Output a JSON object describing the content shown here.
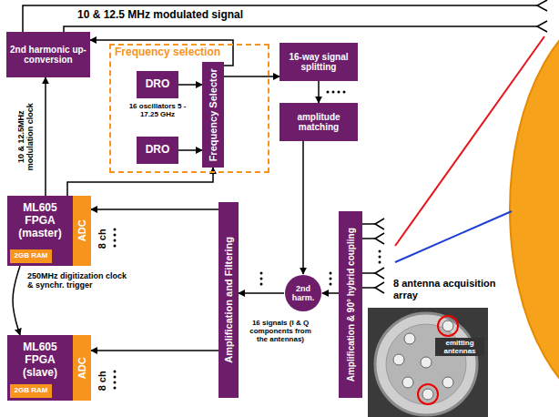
{
  "diagram": {
    "nodes": [
      {
        "text": [
          "2nd harmonic up-conversion"
        ]
      },
      {
        "text": [
          "Frequency selection"
        ]
      },
      {
        "text": [
          "DRO"
        ],
        "in": 1
      },
      {
        "text": [
          "DRO"
        ],
        "in": 1
      },
      {
        "text": [
          "Frequency Selector"
        ],
        "in": 1
      },
      {
        "text": [
          "16-way signal splitting"
        ]
      },
      {
        "text": [
          "amplitude matching"
        ]
      },
      {
        "text": [
          "ML605 FPGA (master)"
        ]
      },
      {
        "text": [
          "2GB RAM"
        ],
        "in": 7
      },
      {
        "text": [
          "ADC"
        ]
      },
      {
        "text": [
          "Amplification and Filtering"
        ]
      },
      {
        "text": [
          "2nd harm."
        ]
      },
      {
        "text": [
          "Amplification & 90° hybrid coupling"
        ]
      },
      {
        "text": [
          "ML605 FPGA (slave)"
        ]
      },
      {
        "text": [
          "2GB RAM"
        ],
        "in": 13
      },
      {
        "text": [
          "ADC"
        ]
      }
    ],
    "edges": [
      {
        "from": 4,
        "to": 0,
        "arrow": "to"
      },
      {
        "from": 2,
        "to": 4,
        "arrow": "to"
      },
      {
        "from": 3,
        "to": 4,
        "arrow": "to"
      },
      {
        "from": 4,
        "to": 5,
        "arrow": "to"
      },
      {
        "from": 5,
        "to": 6,
        "arrow": "to"
      },
      {
        "from": 6,
        "to": 11,
        "arrow": "to"
      },
      {
        "from": 7,
        "to": 0,
        "label": "10 & 12.5MHz modulation clock",
        "arrow": "to"
      },
      {
        "from": 7,
        "to": 4,
        "arrow": "to"
      },
      {
        "from": 12,
        "to": 11,
        "arrow": "to"
      },
      {
        "from": 11,
        "to": 10,
        "arrow": "to"
      },
      {
        "from": 10,
        "to": 9,
        "arrow": "to"
      },
      {
        "from": 10,
        "to": 15,
        "arrow": "to"
      },
      {
        "from": 7,
        "to": 13,
        "label": "250MHz digitization clock & synchr. trigger",
        "arrow": "to"
      }
    ],
    "labels": [
      "10 & 12.5 MHz modulated signal",
      "16 oscillators 5 - 17.25 GHz",
      "8 ch",
      "8 ch",
      "16 signals (I & Q components from the antennas)",
      "8 antenna acquisition array",
      "emitting antennas"
    ]
  }
}
